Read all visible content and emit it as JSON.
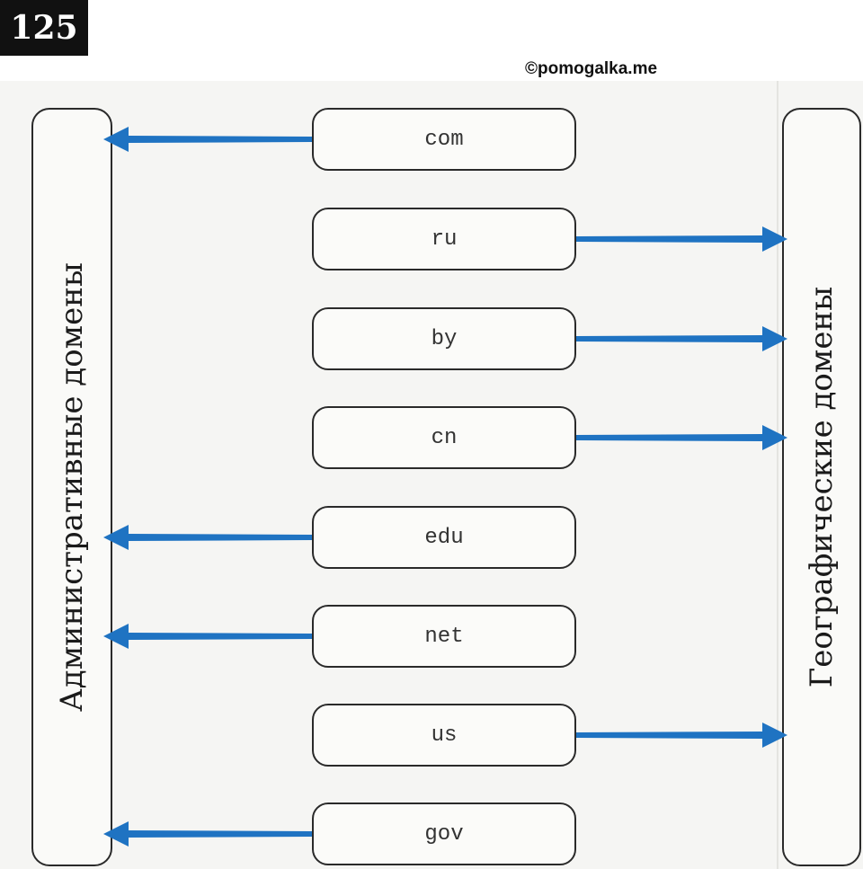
{
  "exercise_number": "125",
  "copyright": "©pomogalka.me",
  "admin_label": "Административные домены",
  "geo_label": "Географические домены",
  "arrow_color": "#1f73c2",
  "domains": [
    {
      "name": "com",
      "category": "admin"
    },
    {
      "name": "ru",
      "category": "geo"
    },
    {
      "name": "by",
      "category": "geo"
    },
    {
      "name": "cn",
      "category": "geo"
    },
    {
      "name": "edu",
      "category": "admin"
    },
    {
      "name": "net",
      "category": "admin"
    },
    {
      "name": "us",
      "category": "geo"
    },
    {
      "name": "gov",
      "category": "admin"
    }
  ]
}
